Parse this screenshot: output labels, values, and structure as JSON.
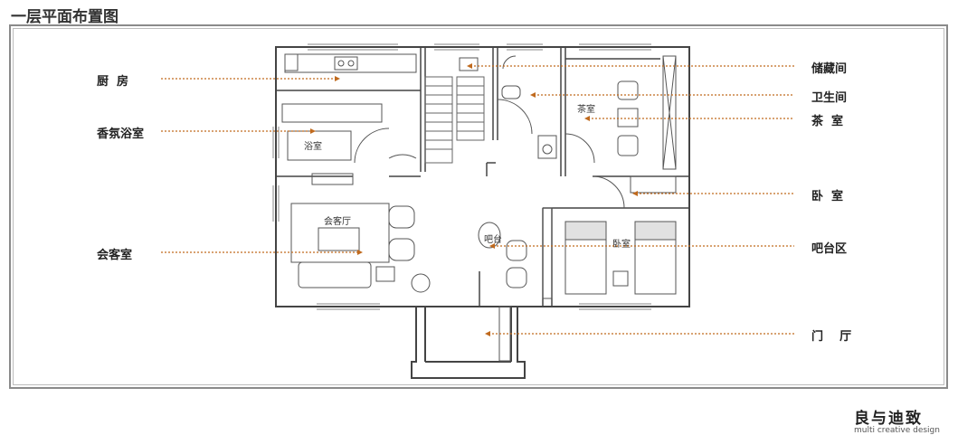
{
  "page_title": "一层平面布置图",
  "labels": {
    "kitchen": "厨  房",
    "bathroom": "香氛浴室",
    "living": "会客室",
    "storage": "储藏间",
    "toilet": "卫生间",
    "tea": "茶  室",
    "bedroom": "卧  室",
    "bar_area": "吧台区",
    "entrance": "门    厅"
  },
  "room_text": {
    "bath": "浴室",
    "tea": "茶室",
    "living": "会客厅",
    "bar": "吧台",
    "bed": "卧室"
  },
  "logo": {
    "main": "良与迪致",
    "sub": "multi creative design"
  },
  "colors": {
    "leader": "#c06a1e",
    "wall": "#444444",
    "frame": "#8a8a8a"
  }
}
